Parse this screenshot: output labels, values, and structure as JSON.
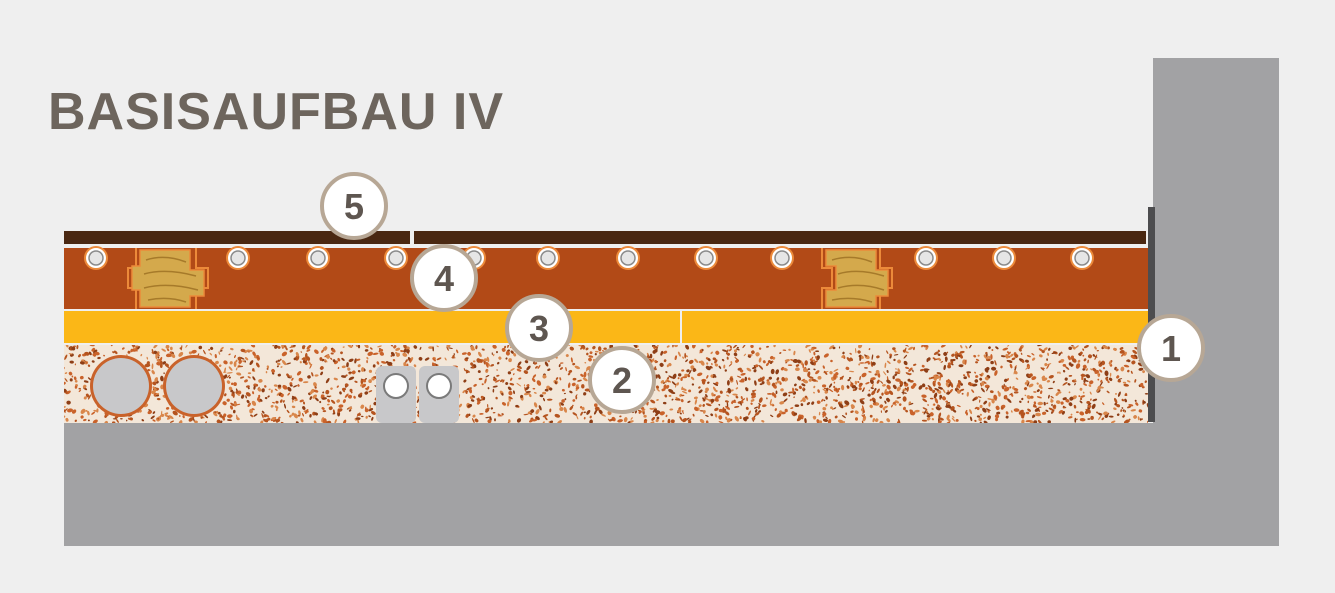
{
  "title": "BASISAUFBAU IV",
  "colors": {
    "background": "#efefef",
    "concrete": "#a2a2a4",
    "parquet": "#4a2812",
    "board": "#b24a17",
    "board_edge": "#ec8a3a",
    "timber": "#d4a94c",
    "insulation": "#fbb717",
    "fill_base": "#f3e7d9",
    "fill_grain": "#c9622a",
    "badge_ring": "#b7a795",
    "badge_fill": "#ffffff",
    "badge_text": "#5e5650"
  },
  "callouts": [
    {
      "id": "1",
      "label": "1"
    },
    {
      "id": "2",
      "label": "2"
    },
    {
      "id": "3",
      "label": "3"
    },
    {
      "id": "4",
      "label": "4"
    },
    {
      "id": "5",
      "label": "5"
    }
  ],
  "layers": [
    {
      "id": "wall",
      "icon": "concrete-wall-icon"
    },
    {
      "id": "floor-slab",
      "icon": "concrete-slab-icon"
    },
    {
      "id": "edge-strip",
      "icon": "edge-insulation-strip-icon"
    },
    {
      "id": "granular-fill",
      "icon": "granular-fill-icon"
    },
    {
      "id": "insulation-boards",
      "icon": "insulation-board-icon"
    },
    {
      "id": "heating-boards",
      "icon": "heating-board-icon"
    },
    {
      "id": "parquet",
      "icon": "parquet-icon"
    }
  ]
}
